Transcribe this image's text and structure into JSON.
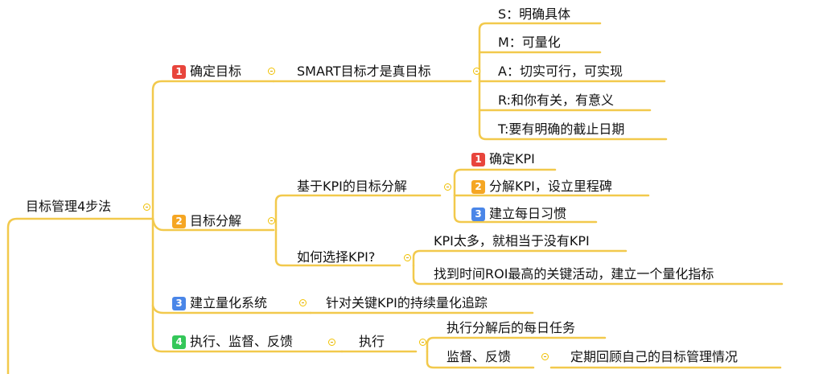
{
  "colors": {
    "line": "#f2c94c",
    "badge_red": "#e8453c",
    "badge_orange": "#f5a623",
    "badge_blue": "#4a86e8",
    "badge_green": "#34c759"
  },
  "root": {
    "label": "目标管理4步法"
  },
  "branches": [
    {
      "num": "1",
      "label": "确定目标",
      "sub": {
        "label": "SMART目标才是真目标",
        "items": [
          "S：明确具体",
          "M：可量化",
          "A：切实可行，可实现",
          "R:和你有关，有意义",
          "T:要有明确的截止日期"
        ]
      }
    },
    {
      "num": "2",
      "label": "目标分解",
      "subs": [
        {
          "label": "基于KPI的目标分解",
          "items": [
            {
              "num": "1",
              "label": "确定KPI"
            },
            {
              "num": "2",
              "label": "分解KPI，设立里程碑"
            },
            {
              "num": "3",
              "label": "建立每日习惯"
            }
          ]
        },
        {
          "label": "如何选择KPI?",
          "items": [
            "KPI太多，就相当于没有KPI",
            "找到时间ROI最高的关键活动，建立一个量化指标"
          ]
        }
      ]
    },
    {
      "num": "3",
      "label": "建立量化系统",
      "sub": {
        "label": "针对关键KPI的持续量化追踪"
      }
    },
    {
      "num": "4",
      "label": "执行、监督、反馈",
      "sub": {
        "label": "执行",
        "items": [
          {
            "label": "执行分解后的每日任务"
          },
          {
            "label": "监督、反馈",
            "child": "定期回顾自己的目标管理情况"
          }
        ]
      }
    }
  ]
}
